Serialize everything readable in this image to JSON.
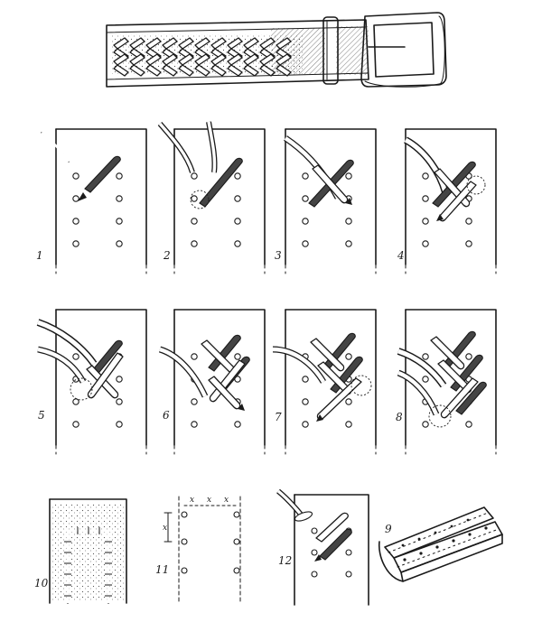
{
  "step_labels": [
    "1",
    "2",
    "3",
    "4",
    "5",
    "6",
    "7",
    "8",
    "9",
    "10",
    "11",
    "12"
  ],
  "dimension_marks": {
    "top": [
      "x",
      "x",
      "x"
    ],
    "side": "x"
  }
}
